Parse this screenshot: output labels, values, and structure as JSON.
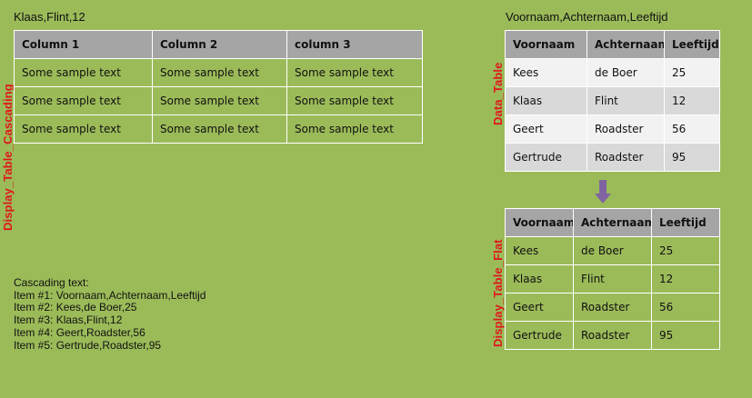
{
  "top_left_caption": "Klaas,Flint,12",
  "top_right_caption": "Voornaam,Achternaam,Leeftijd",
  "labels": {
    "cascading": "Display_Table_Cascading",
    "data": "Data_Table",
    "flat": "Display_Table_Flat"
  },
  "cascading_table": {
    "headers": [
      "Column 1",
      "Column 2",
      "column 3"
    ],
    "rows": [
      [
        "Some sample text",
        "Some sample text",
        "Some sample text"
      ],
      [
        "Some sample text",
        "Some sample text",
        "Some sample text"
      ],
      [
        "Some sample text",
        "Some sample text",
        "Some sample text"
      ]
    ]
  },
  "data_table": {
    "headers": [
      "Voornaam",
      "Achternaam",
      "Leeftijd"
    ],
    "rows": [
      [
        "Kees",
        "de Boer",
        "25"
      ],
      [
        "Klaas",
        "Flint",
        "12"
      ],
      [
        "Geert",
        "Roadster",
        "56"
      ],
      [
        "Gertrude",
        "Roadster",
        "95"
      ]
    ]
  },
  "flat_table": {
    "headers": [
      "Voornaam",
      "Achternaam",
      "Leeftijd"
    ],
    "rows": [
      [
        "Kees",
        "de Boer",
        "25"
      ],
      [
        "Klaas",
        "Flint",
        "12"
      ],
      [
        "Geert",
        "Roadster",
        "56"
      ],
      [
        "Gertrude",
        "Roadster",
        "95"
      ]
    ]
  },
  "cascading_text": {
    "title": "Cascading text:",
    "items": [
      "Item #1: Voornaam,Achternaam,Leeftijd",
      "Item #2: Kees,de Boer,25",
      "Item #3: Klaas,Flint,12",
      "Item #4: Geert,Roadster,56",
      "Item #5: Gertrude,Roadster,95"
    ]
  },
  "colors": {
    "background": "#9bbb59",
    "header": "#a5a5a5",
    "label": "#e0171c",
    "arrow": "#8064a2"
  }
}
